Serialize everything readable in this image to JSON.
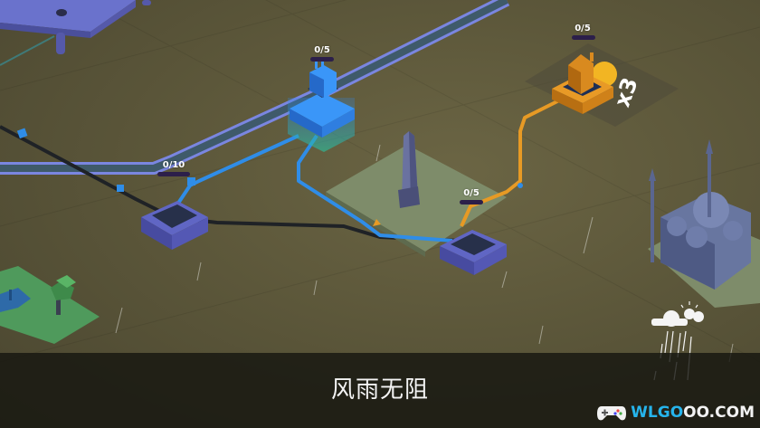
{
  "game": {
    "caption": "风雨无阻",
    "watermark": {
      "brand_part1": "WLGO",
      "brand_part2": "OO.COM",
      "icon": "gamepad-icon"
    },
    "weather_icon": "cloud-sun-rain-icon",
    "colors": {
      "ground": "#5c573a",
      "blue_line": "#2f8de8",
      "orange_line": "#e79a25",
      "black_line": "#1f2226",
      "road_purple": "#6a78d4",
      "station_purple": "#5c5fb8",
      "house_orange": "#d98a1f",
      "factory_blue": "#2e86f0",
      "park_green": "#4f9a5c",
      "plaza_green": "#7e8c6a",
      "caption_band": "#16160f",
      "progress_bar": "#2c1f4a"
    },
    "nodes": [
      {
        "id": "blue-factory",
        "counter": "0/5"
      },
      {
        "id": "orange-house",
        "counter": "0/5",
        "bonus": "x3"
      },
      {
        "id": "left-station",
        "counter": "0/10"
      },
      {
        "id": "right-station",
        "counter": "0/5"
      }
    ],
    "landmarks": [
      "obelisk",
      "mosque",
      "fountain-park"
    ]
  }
}
